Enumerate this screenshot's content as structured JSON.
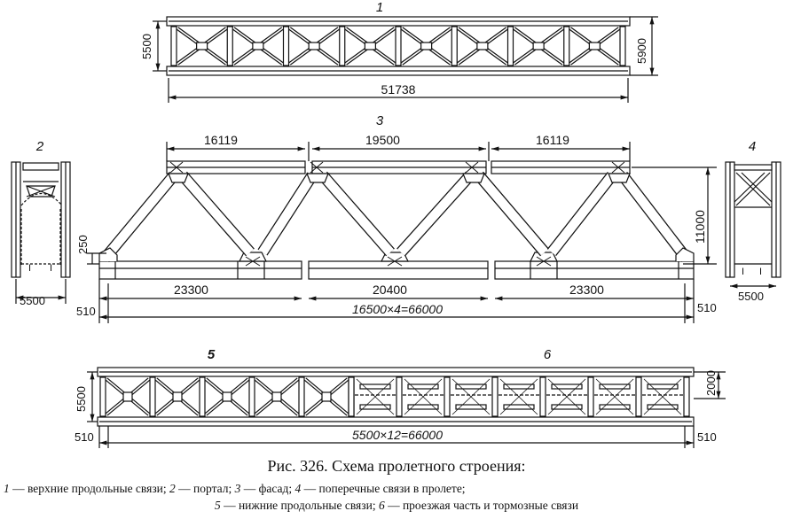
{
  "figure": {
    "caption": "Рис. 326. Схема пролетного строения:",
    "legend_line1": [
      {
        "num": "1",
        "text": " — верхние продольные связи;  "
      },
      {
        "num": "2",
        "text": " — портал;  "
      },
      {
        "num": "3",
        "text": " — фасад;   "
      },
      {
        "num": "4",
        "text": " — поперечные  связи  в  пролете;"
      }
    ],
    "legend_line2": [
      {
        "num": "5",
        "text": " — нижние продольные связи;  "
      },
      {
        "num": "6",
        "text": " — проезжая часть и тормозные связи"
      }
    ]
  },
  "views": {
    "top_bracing": {
      "label": "1",
      "dims": {
        "inner": "5500",
        "outer": "5900",
        "length": "51738"
      }
    },
    "portal": {
      "label": "2",
      "dims": {
        "width": "5500"
      }
    },
    "facade": {
      "label": "3",
      "dims": {
        "top_left": "16119",
        "top_mid": "19500",
        "top_right": "16119",
        "height": "11000",
        "offset": "250",
        "bot_left": "23300",
        "bot_mid": "20400",
        "bot_right": "23300",
        "total": "16500×4=66000",
        "end_left": "510",
        "end_right": "510"
      }
    },
    "cross_bracing": {
      "label": "4",
      "dims": {
        "width": "5500"
      }
    },
    "bottom_bracing": {
      "label": "5",
      "dims": {
        "width": "5500",
        "total": "5500×12=66000",
        "end_left": "510",
        "end_right": "510"
      }
    },
    "deck": {
      "label": "6",
      "dims": {
        "spacing": "2000"
      }
    }
  }
}
